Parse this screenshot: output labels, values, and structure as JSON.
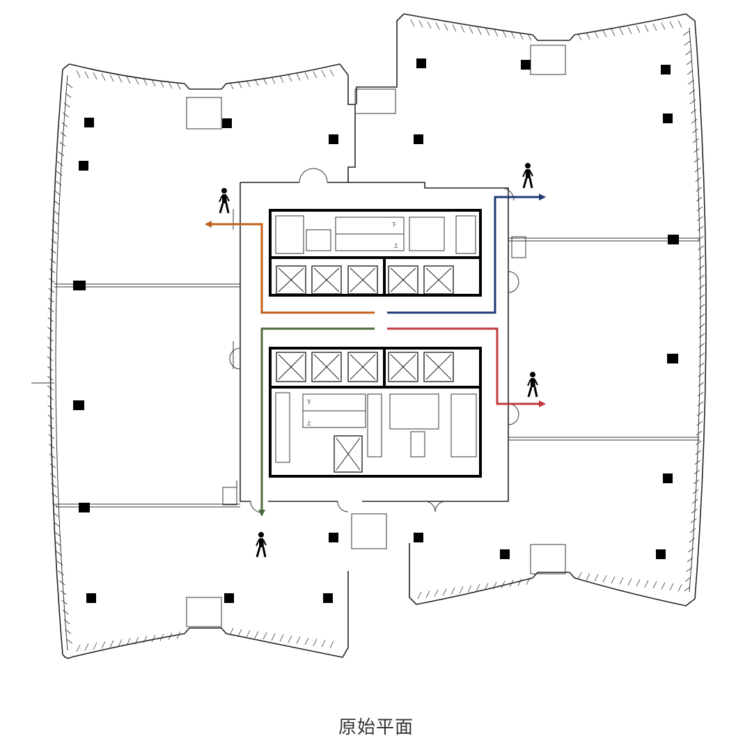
{
  "caption": "原始平面",
  "colors": {
    "route_orange": "#c0601a",
    "route_blue": "#1f3b73",
    "route_red": "#c0393b",
    "route_green": "#4d6b3a",
    "walls": "#222222"
  },
  "icons": {
    "person": "walking-person-icon",
    "column": "structural-column-icon",
    "elevator": "elevator-car-icon",
    "stair": "stair-icon"
  },
  "stair_labels": {
    "up": "上",
    "down": "下"
  }
}
